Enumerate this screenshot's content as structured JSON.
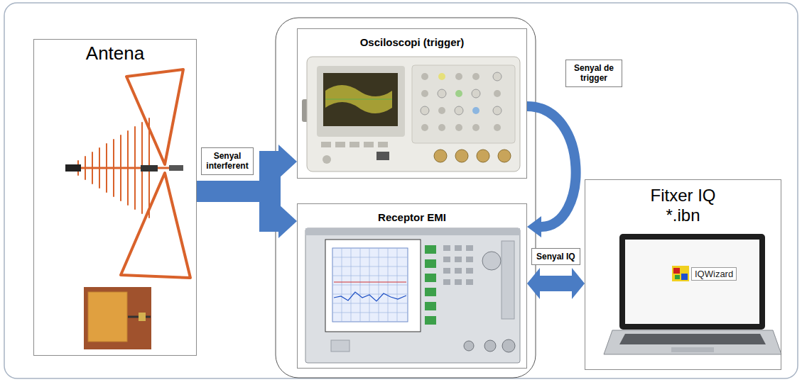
{
  "diagram": {
    "nodes": [
      {
        "text": [
          "Antena"
        ]
      },
      {
        "text": [
          "Osciloscopi (trigger)"
        ]
      },
      {
        "text": [
          "Receptor EMI"
        ]
      },
      {
        "text": [
          "Fitxer IQ *.ibn"
        ]
      }
    ],
    "edges": [
      {
        "from": 0,
        "to": 1,
        "arrow": "to",
        "label": "Senyal interferent"
      },
      {
        "from": 0,
        "to": 2,
        "arrow": "to"
      },
      {
        "from": 1,
        "to": 2,
        "arrow": "to",
        "label": "Senyal de trigger"
      },
      {
        "from": 2,
        "to": 3,
        "arrow": "both",
        "label": "Senyal IQ"
      }
    ],
    "labels": [
      "IQWizard"
    ]
  }
}
